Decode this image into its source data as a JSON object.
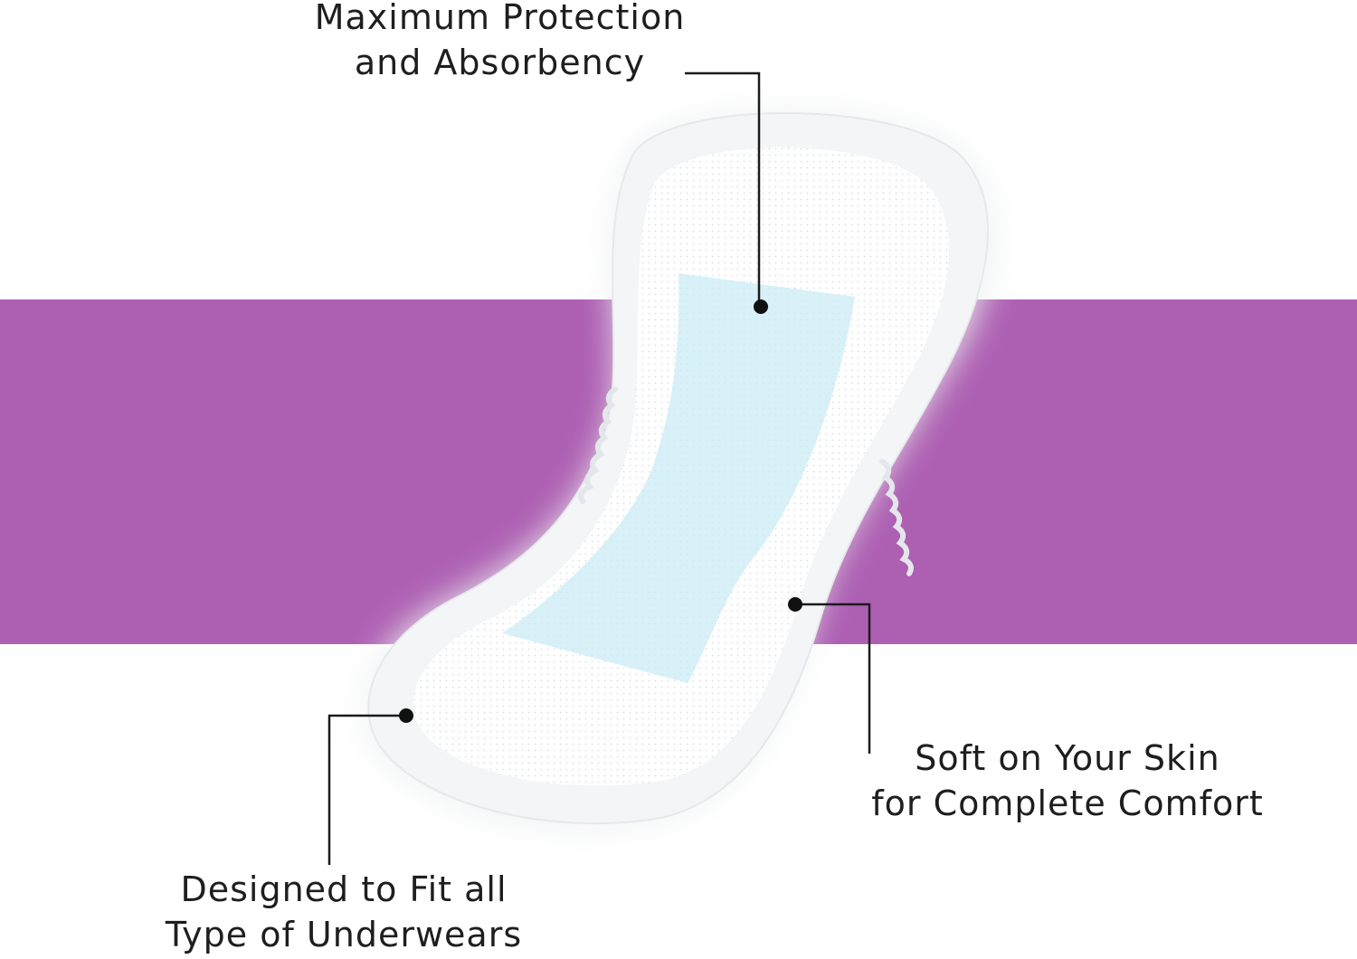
{
  "colors": {
    "band": "#ad5fb2",
    "pad_outer": "#f2f4f5",
    "pad_inner": "#ffffff",
    "absorbent_core": "#d6f0f8",
    "text": "#1e1e1e"
  },
  "callouts": {
    "top": {
      "line1": "Maximum Protection",
      "line2": "and Absorbency"
    },
    "right": {
      "line1": "Soft on Your Skin",
      "line2": "for Complete Comfort"
    },
    "left": {
      "line1": "Designed to Fit all",
      "line2": "Type of Underwears"
    }
  }
}
